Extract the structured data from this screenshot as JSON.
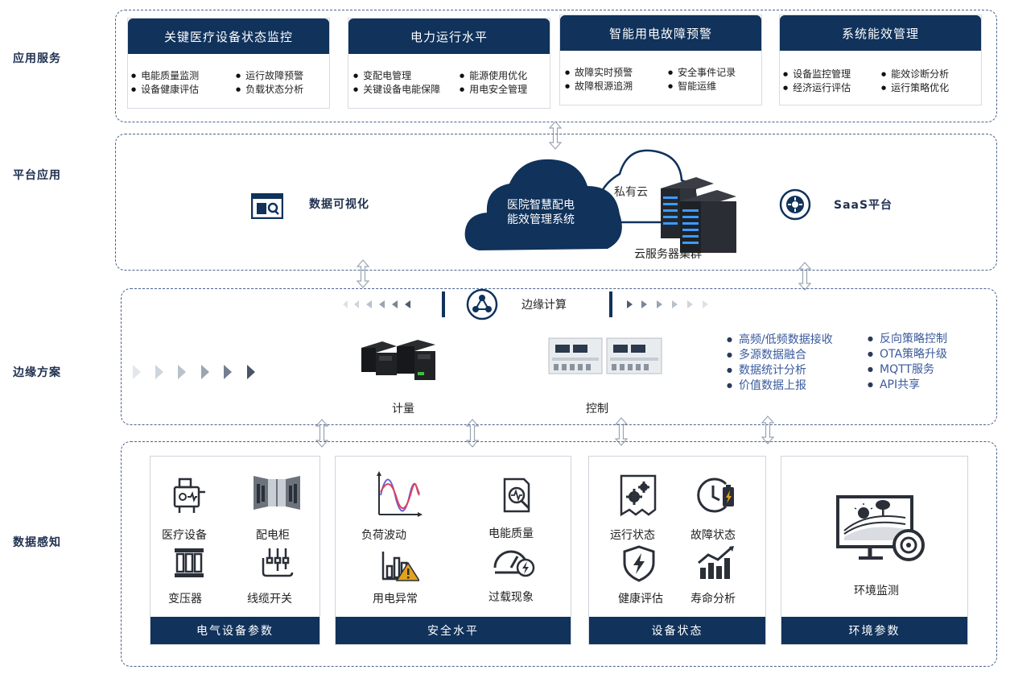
{
  "side_labels": {
    "app_service": "应用服务",
    "platform": "平台应用",
    "edge": "边缘方案",
    "sensing": "数据感知"
  },
  "app_cards": [
    {
      "title": "关键医疗设备状态监控",
      "left": [
        "电能质量监测",
        "设备健康评估"
      ],
      "right": [
        "运行故障预警",
        "负载状态分析"
      ]
    },
    {
      "title": "电力运行水平",
      "left": [
        "变配电管理",
        "关键设备电能保障"
      ],
      "right": [
        "能源使用优化",
        "用电安全管理"
      ]
    },
    {
      "title": "智能用电故障预警",
      "left": [
        "故障实时预警",
        "故障根源追溯"
      ],
      "right": [
        "安全事件记录",
        "智能运维"
      ]
    },
    {
      "title": "系统能效管理",
      "left": [
        "设备监控管理",
        "经济运行评估"
      ],
      "right": [
        "能效诊断分析",
        "运行策略优化"
      ]
    }
  ],
  "platform": {
    "visual_label": "数据可视化",
    "cloud_line1": "医院智慧配电",
    "cloud_line2": "能效管理系统",
    "private_cloud": "私有云",
    "server_cluster": "云服务器集群",
    "saas_label": "SaaS平台"
  },
  "edge": {
    "title": "边缘计算",
    "metering": "计量",
    "control": "控制",
    "features_left": [
      "高频/低频数据接收",
      "多源数据融合",
      "数据统计分析",
      "价值数据上报"
    ],
    "features_right": [
      "反向策略控制",
      "OTA策略升级",
      "MQTT服务",
      "API共享"
    ]
  },
  "sensing": {
    "tiles": [
      {
        "footer": "电气设备参数",
        "items": [
          "医疗设备",
          "配电柜",
          "变压器",
          "线缆开关"
        ]
      },
      {
        "footer": "安全水平",
        "items": [
          "负荷波动",
          "电能质量",
          "用电异常",
          "过载现象"
        ]
      },
      {
        "footer": "设备状态",
        "items": [
          "运行状态",
          "故障状态",
          "健康评估",
          "寿命分析"
        ]
      },
      {
        "footer": "环境参数",
        "items": [
          "环境监测"
        ]
      }
    ]
  },
  "colors": {
    "navy": "#10325b",
    "accent_blue": "#3a5a9c",
    "dash": "#4a628c"
  }
}
